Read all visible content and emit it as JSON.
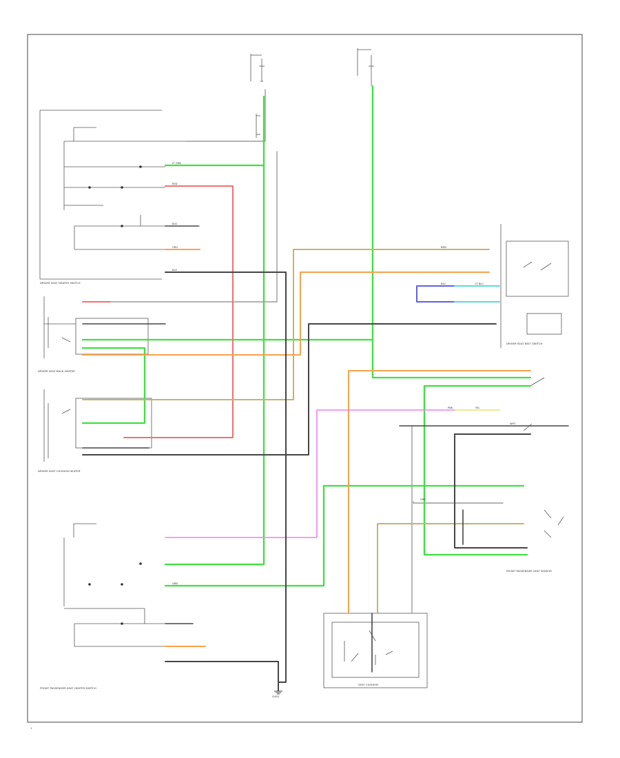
{
  "colors": {
    "green": "#3ee03e",
    "red": "#f07070",
    "orange": "#f7a24a",
    "tan": "#c8b070",
    "black": "#444444",
    "blue": "#6060e6",
    "cyan": "#60d8d8",
    "pink": "#f27cf2",
    "yellow": "#e8e070",
    "gray": "#999999",
    "border": "#555555"
  },
  "wire_labels": {
    "lt_grn_a": "LT GRN",
    "red_a": "RED",
    "blk_a": "BLK",
    "blk_b": "BLK",
    "org_a": "ORG",
    "brn": "BRN",
    "blu": "BLU",
    "lt_blu": "LT BLU",
    "pnk": "PNK",
    "yel": "YEL",
    "gry": "GRY",
    "grn": "GRN",
    "wht": "WHT"
  },
  "captions": {
    "driver_heater_switch": "DRIVER SEAT HEATER SWITCH",
    "driver_seatback": "DRIVER SEAT BACK HEATER",
    "driver_cushion": "DRIVER SEAT CUSHION HEATER",
    "passenger_heater_switch": "FRONT PASSENGER SEAT HEATER SWITCH",
    "passenger_sensor": "FRONT PASSENGER SEAT SENSOR",
    "seatbelt_switch": "DRIVER SEAT BELT SWITCH",
    "ground": "G401",
    "seat_cushion": "SEAT CUSHION"
  },
  "page_number": "1"
}
